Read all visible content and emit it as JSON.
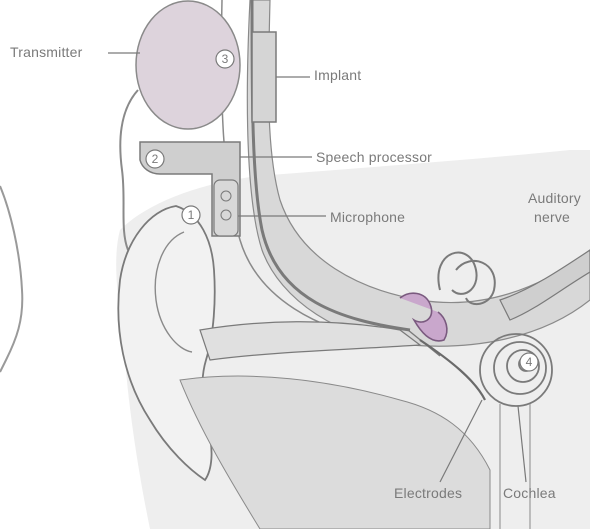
{
  "labels": {
    "transmitter": "Transmitter",
    "implant": "Implant",
    "speech_processor": "Speech processor",
    "microphone": "Microphone",
    "auditory": "Auditory",
    "nerve": "nerve",
    "electrodes": "Electrodes",
    "cochlea": "Cochlea"
  },
  "markers": {
    "m1": "1",
    "m2": "2",
    "m3": "3",
    "m4": "4"
  },
  "colors": {
    "line": "#7a7a7a",
    "transmitter_fill": "#ddd3dc",
    "processor_fill": "#cfcfcf",
    "tissue_fill": "#e3e3e3",
    "bone_fill": "#d4d4d4",
    "ossicle_fill": "#c9a7cc"
  }
}
